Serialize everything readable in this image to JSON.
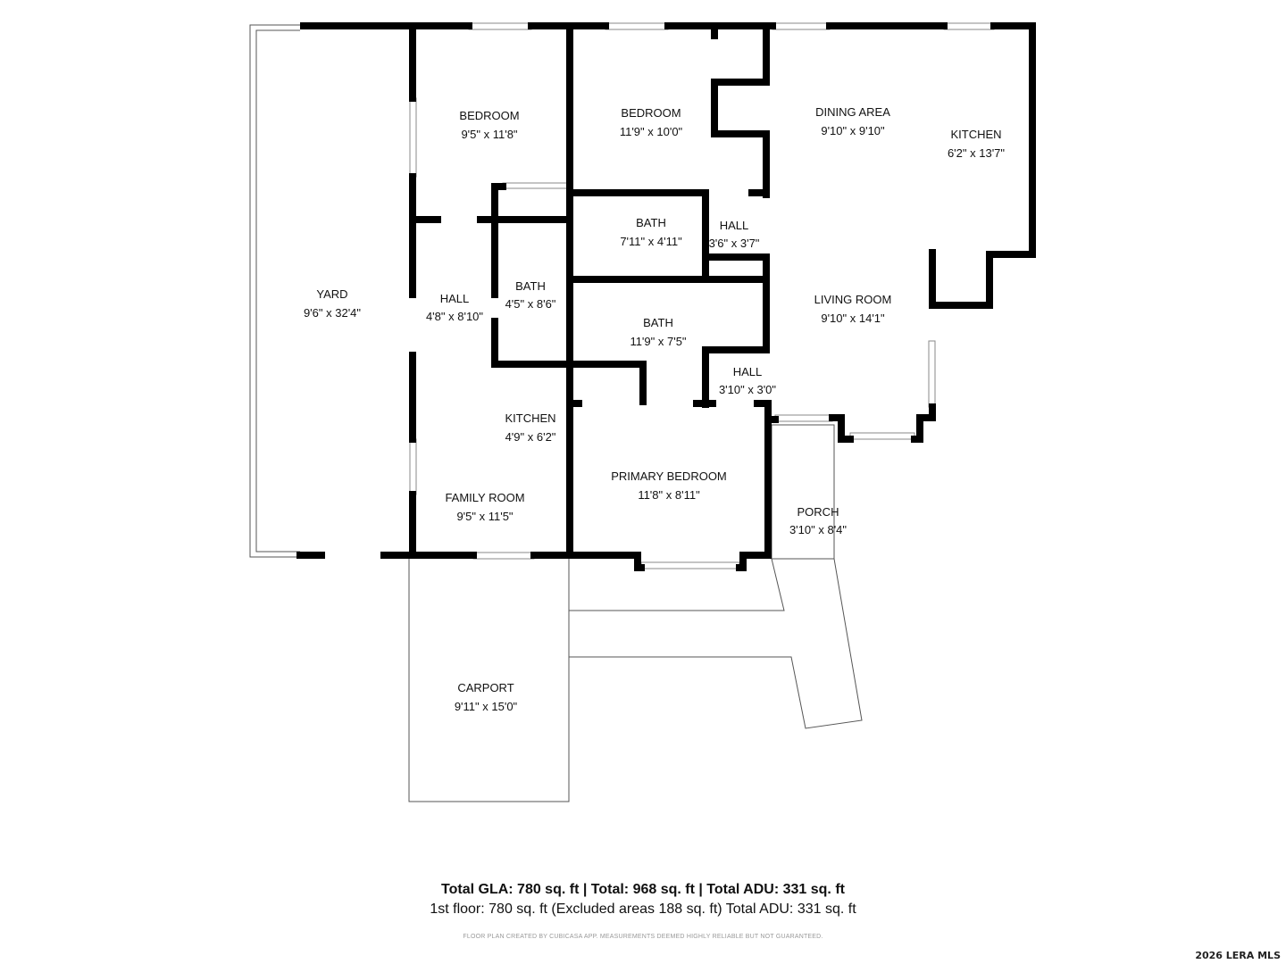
{
  "rooms": {
    "yard": {
      "label": "YARD",
      "dim": "9'6\" x 32'4\""
    },
    "bedroom_west": {
      "label": "BEDROOM",
      "dim": "9'5\" x 11'8\""
    },
    "bedroom_east": {
      "label": "BEDROOM",
      "dim": "11'9\" x 10'0\""
    },
    "dining_area": {
      "label": "DINING AREA",
      "dim": "9'10\" x 9'10\""
    },
    "kitchen_east": {
      "label": "KITCHEN",
      "dim": "6'2\" x 13'7\""
    },
    "bath_upper": {
      "label": "BATH",
      "dim": "7'11\" x 4'11\""
    },
    "hall_upper": {
      "label": "HALL",
      "dim": "3'6\" x 3'7\""
    },
    "hall_west": {
      "label": "HALL",
      "dim": "4'8\" x 8'10\""
    },
    "bath_small": {
      "label": "BATH",
      "dim": "4'5\" x 8'6\""
    },
    "living_room": {
      "label": "LIVING ROOM",
      "dim": "9'10\" x 14'1\""
    },
    "bath_middle": {
      "label": "BATH",
      "dim": "11'9\" x 7'5\""
    },
    "hall_middle": {
      "label": "HALL",
      "dim": "3'10\" x 3'0\""
    },
    "kitchen_west": {
      "label": "KITCHEN",
      "dim": "4'9\" x 6'2\""
    },
    "primary_bedroom": {
      "label": "PRIMARY BEDROOM",
      "dim": "11'8\" x 8'11\""
    },
    "family_room": {
      "label": "FAMILY ROOM",
      "dim": "9'5\" x 11'5\""
    },
    "porch": {
      "label": "PORCH",
      "dim": "3'10\" x 8'4\""
    },
    "carport": {
      "label": "CARPORT",
      "dim": "9'11\" x 15'0\""
    }
  },
  "totals": {
    "line1": "Total GLA: 780 sq. ft | Total: 968 sq. ft | Total ADU: 331 sq. ft",
    "line2": "1st floor: 780 sq. ft (Excluded areas 188 sq. ft) Total ADU: 331 sq. ft"
  },
  "disclaimer": "FLOOR PLAN CREATED BY CUBICASA APP. MEASUREMENTS DEEMED HIGHLY RELIABLE BUT NOT GUARANTEED.",
  "watermark": "2026 LERA MLS",
  "colors": {
    "wall": "#000000",
    "thin_line": "#555555",
    "background": "#ffffff"
  }
}
